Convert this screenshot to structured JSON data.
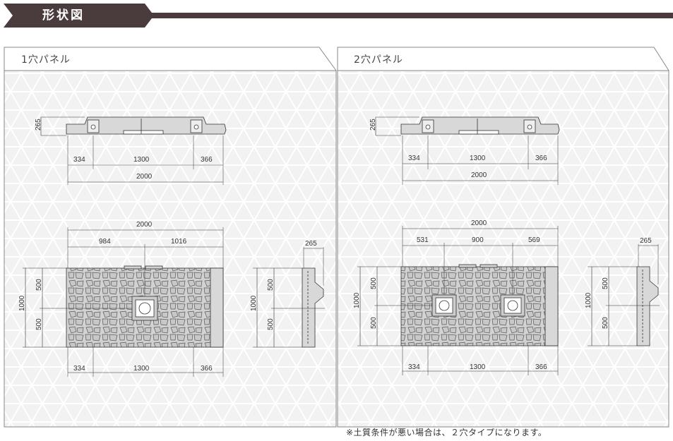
{
  "header": {
    "title": "形状図"
  },
  "panels": [
    {
      "title": "1穴パネル",
      "side": {
        "height": "265",
        "left": "334",
        "middle": "1300",
        "right": "366",
        "total": "2000"
      },
      "plan": {
        "total": "2000",
        "left": "984",
        "right": "1016",
        "height": "1000",
        "top": "500",
        "bottom": "500",
        "b_left": "334",
        "b_middle": "1300",
        "b_right": "366"
      },
      "end": {
        "width": "265",
        "height": "1000",
        "top": "500",
        "bottom": "500"
      }
    },
    {
      "title": "2穴パネル",
      "side": {
        "height": "265",
        "left": "334",
        "middle": "1300",
        "right": "366",
        "total": "2000"
      },
      "plan": {
        "total": "2000",
        "left": "531",
        "middle": "900",
        "right": "569",
        "height": "1000",
        "top": "500",
        "bottom": "500",
        "b_left": "334",
        "b_middle": "1300",
        "b_right": "366"
      },
      "end": {
        "width": "265",
        "height": "1000",
        "top": "500",
        "bottom": "500"
      }
    }
  ],
  "note": "※土質条件が悪い場合は、２穴タイプになります。"
}
